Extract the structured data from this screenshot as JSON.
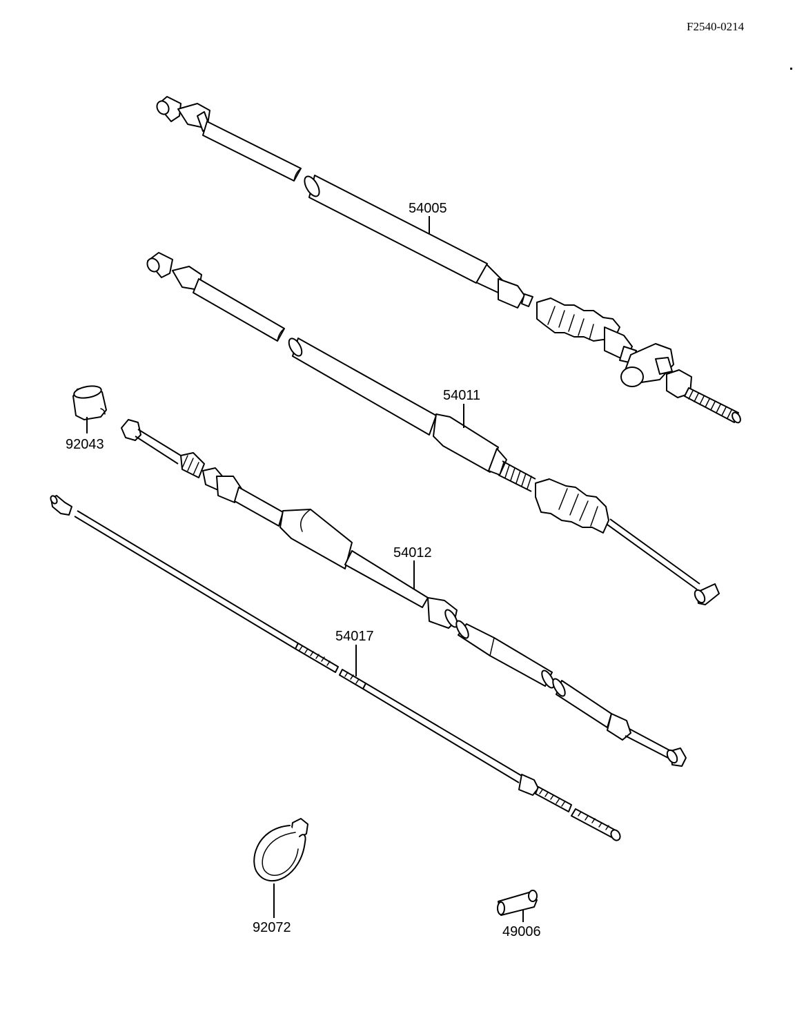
{
  "diagram": {
    "reference": "F2540-0214",
    "parts": [
      {
        "id": "p54005",
        "number": "54005"
      },
      {
        "id": "p54011",
        "number": "54011"
      },
      {
        "id": "p92043",
        "number": "92043"
      },
      {
        "id": "p54012",
        "number": "54012"
      },
      {
        "id": "p54017",
        "number": "54017"
      },
      {
        "id": "p92072",
        "number": "92072"
      },
      {
        "id": "p49006",
        "number": "49006"
      }
    ]
  }
}
